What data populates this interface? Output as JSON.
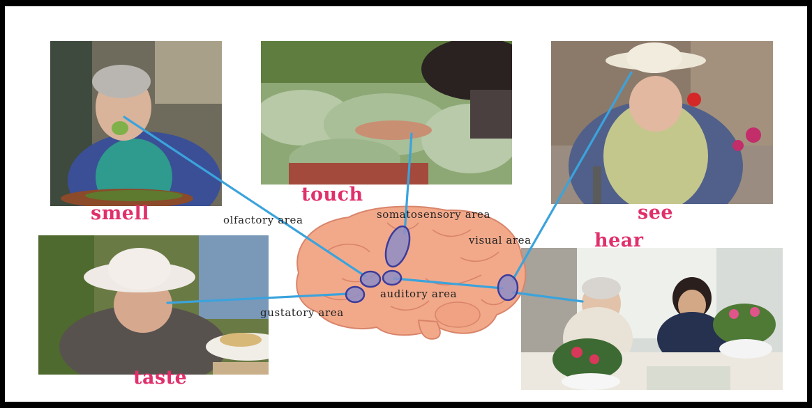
{
  "senses": {
    "smell": "smell",
    "touch": "touch",
    "see": "see",
    "hear": "hear",
    "taste": "taste"
  },
  "areas": {
    "olfactory": "olfactory area",
    "somatosensory": "somatosensory area",
    "visual": "visual area",
    "auditory": "auditory area",
    "gustatory": "gustatory area"
  },
  "colors": {
    "sense_label": "#e0306c",
    "connector_line": "#3ba3dc",
    "area_marker_fill": "#8e8ec6",
    "area_marker_stroke": "#3b3b9a",
    "brain_fill": "#f2a98a",
    "brain_outline": "#d9846a",
    "frame": "#000000"
  },
  "icons": {
    "brain": "brain-icon"
  }
}
